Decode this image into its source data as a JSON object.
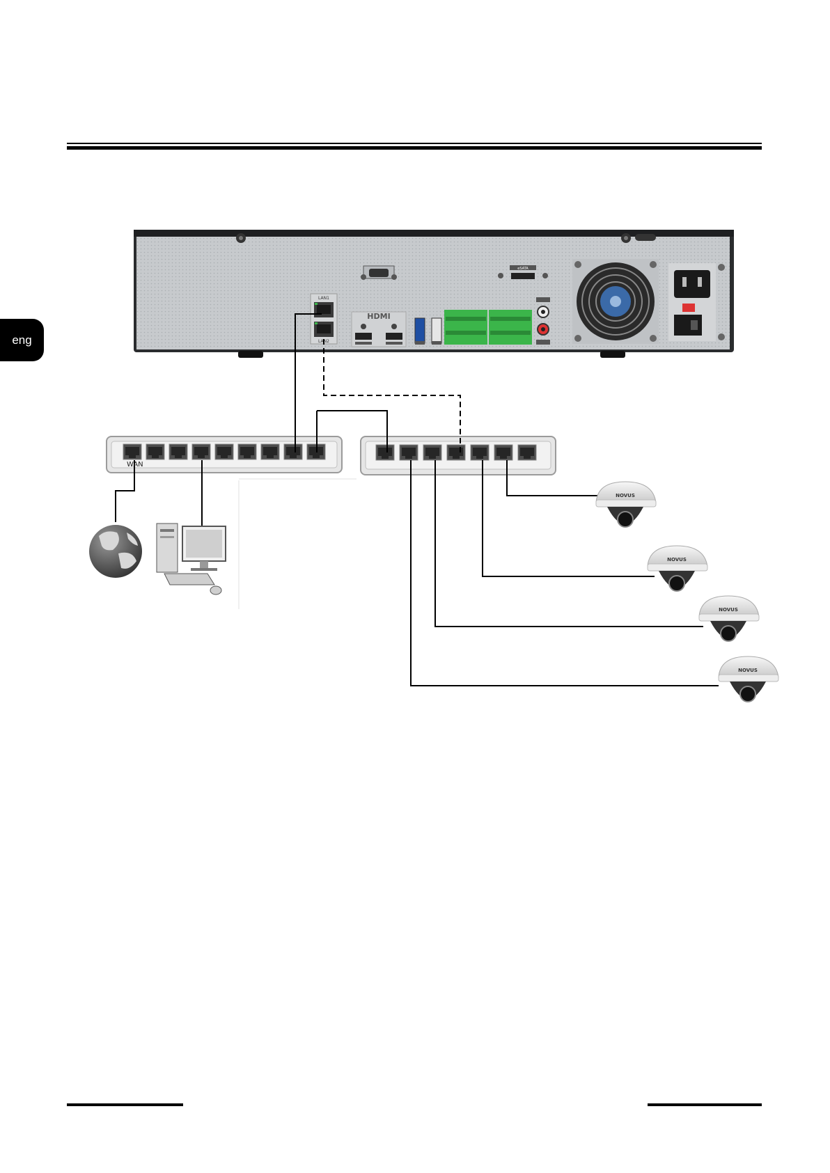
{
  "sidebar": {
    "language_tab": "eng"
  },
  "device": {
    "panel_labels": {
      "lan1": "LAN1",
      "lan2": "LAN2",
      "hdmi_logo": "HDMI",
      "esata": "eSATA"
    }
  },
  "switch_1": {
    "wan_label": "WAN"
  },
  "cameras": [
    {
      "brand": "NOVUS"
    },
    {
      "brand": "NOVUS"
    },
    {
      "brand": "NOVUS"
    },
    {
      "brand": "NOVUS"
    }
  ],
  "colors": {
    "chassis": "#c4c7ca",
    "terminal_green": "#3bb54a",
    "switch_body": "#e6e6e6",
    "cable": "#000000"
  }
}
